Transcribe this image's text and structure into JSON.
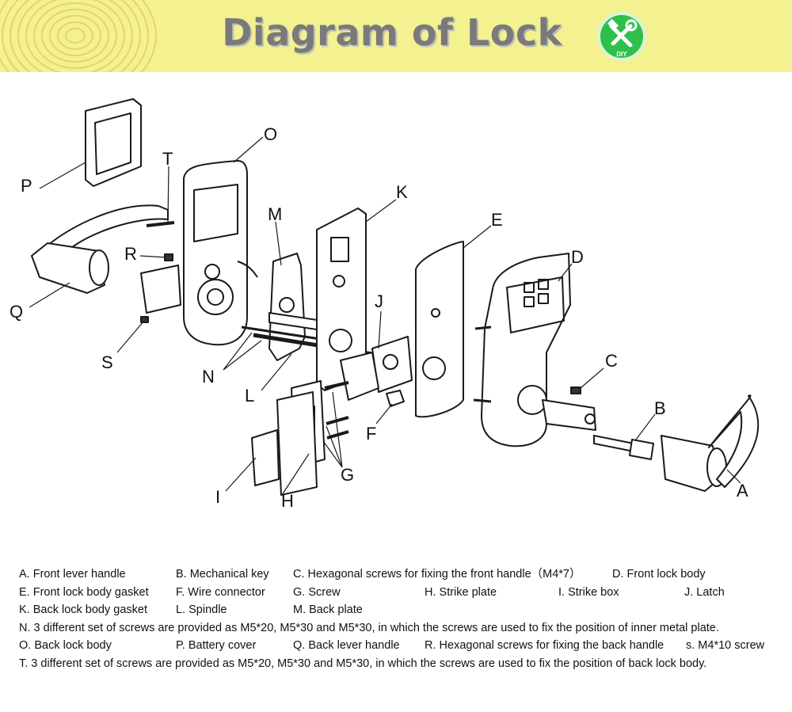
{
  "header": {
    "title": "Diagram of Lock",
    "badge_text": "DIY",
    "badge_icon": "wrench-hammer-icon",
    "colors": {
      "banner": "#f3f190",
      "title": "#7a7a7a",
      "badge": "#2fbf4a"
    }
  },
  "diagram": {
    "part_labels": [
      "A",
      "B",
      "C",
      "D",
      "E",
      "F",
      "G",
      "H",
      "I",
      "J",
      "K",
      "L",
      "M",
      "N",
      "O",
      "P",
      "Q",
      "R",
      "S",
      "T"
    ]
  },
  "legend": {
    "rows": [
      [
        "A. Front lever handle",
        "B. Mechanical key",
        "C. Hexagonal screws for fixing the front handle（M4*7）",
        "D. Front lock body"
      ],
      [
        "E. Front lock body gasket",
        "F. Wire connector",
        "G. Screw",
        "H. Strike plate",
        "I. Strike box",
        "J. Latch"
      ],
      [
        "K. Back lock body gasket",
        "L. Spindle",
        "M. Back plate"
      ],
      [
        "N. 3 different set of screws are provided as M5*20, M5*30 and M5*30, in which the screws are used to fix the position of inner metal plate."
      ],
      [
        "O. Back lock body",
        "P. Battery cover",
        "Q. Back lever handle",
        "R. Hexagonal screws for fixing the back handle",
        "s. M4*10 screw"
      ],
      [
        "T. 3 different set of screws are provided as M5*20, M5*30 and M5*30, in which the screws are used to fix the position of back lock body."
      ]
    ]
  }
}
